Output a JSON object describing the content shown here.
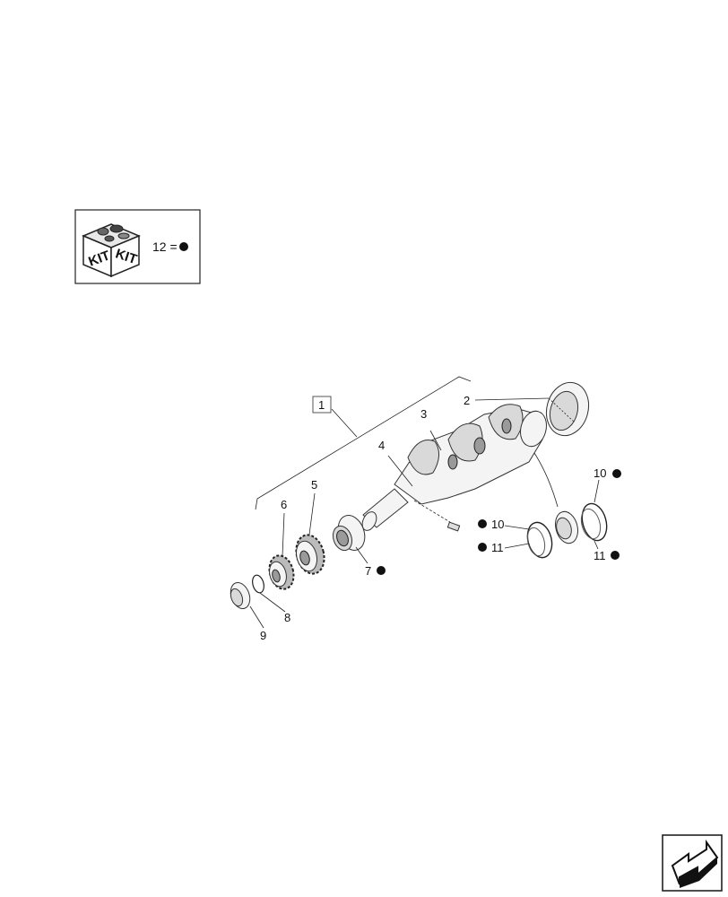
{
  "kit": {
    "box_text_left": "KIT",
    "box_text_right": "KIT",
    "legend_label": "12 ="
  },
  "callouts": {
    "c1": "1",
    "c2": "2",
    "c3": "3",
    "c4": "4",
    "c5": "5",
    "c6": "6",
    "c7": "7",
    "c8": "8",
    "c9": "9",
    "c10a": "10",
    "c10b": "10",
    "c11a": "11",
    "c11b": "11"
  },
  "nav_icon": "next-page-arrow-icon"
}
